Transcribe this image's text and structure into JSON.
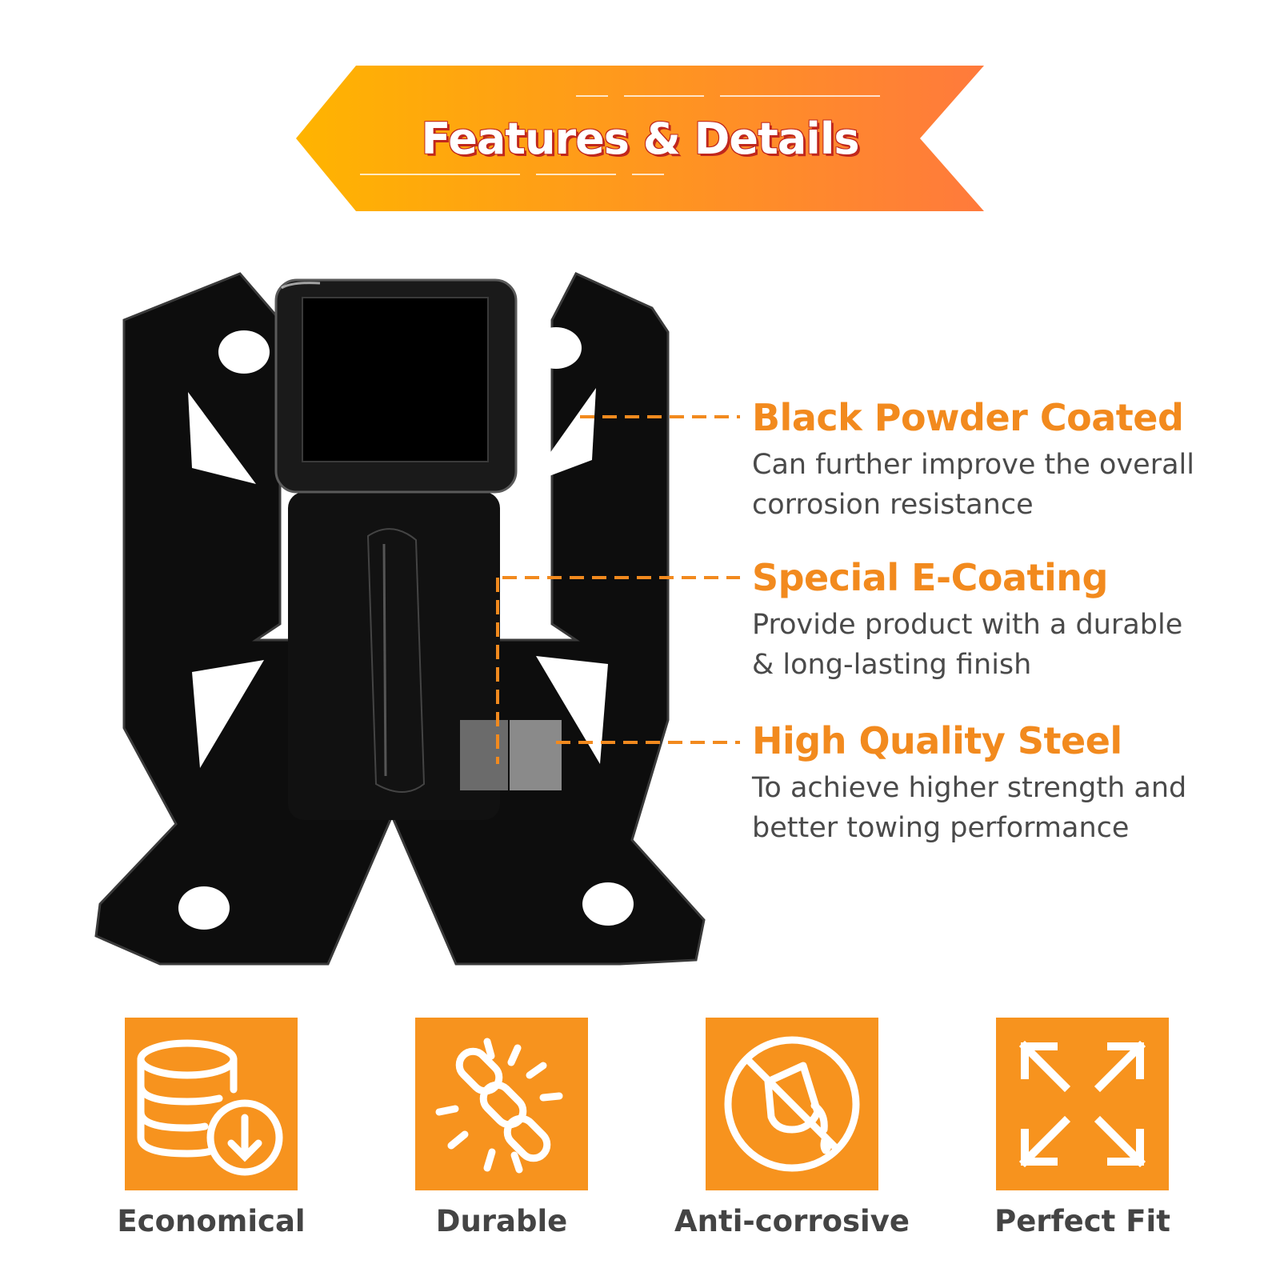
{
  "banner": {
    "title": "Features & Details"
  },
  "features": [
    {
      "title": "Black Powder Coated",
      "desc1": "Can further improve the overall",
      "desc2": "corrosion resistance"
    },
    {
      "title": "Special E-Coating",
      "desc1": "Provide product with a durable",
      "desc2": "& long-lasting finish"
    },
    {
      "title": "High Quality Steel",
      "desc1": "To achieve higher strength and",
      "desc2": "better towing performance"
    }
  ],
  "badges": [
    {
      "label": "Economical",
      "icon": "coins-download-icon"
    },
    {
      "label": "Durable",
      "icon": "chain-link-icon"
    },
    {
      "label": "Anti-corrosive",
      "icon": "no-paint-bucket-icon"
    },
    {
      "label": "Perfect Fit",
      "icon": "expand-arrows-icon"
    }
  ],
  "colors": {
    "accent": "#f7931e",
    "banner_start": "#ffb400",
    "banner_end": "#ff7a3c",
    "text": "#4a4a4a"
  }
}
